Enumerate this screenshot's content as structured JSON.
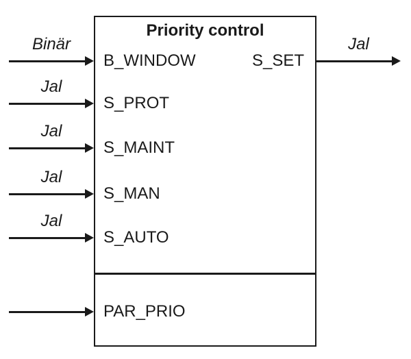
{
  "block": {
    "title": "Priority control",
    "inputs": [
      {
        "name": "B_WINDOW",
        "type": "Binär"
      },
      {
        "name": "S_PROT",
        "type": "Jal"
      },
      {
        "name": "S_MAINT",
        "type": "Jal"
      },
      {
        "name": "S_MAN",
        "type": "Jal"
      },
      {
        "name": "S_AUTO",
        "type": "Jal"
      },
      {
        "name": "PAR_PRIO"
      }
    ],
    "output": {
      "name": "S_SET",
      "type": "Jal"
    }
  },
  "colors": {
    "line": "#1a1a1a",
    "background": "#ffffff"
  }
}
